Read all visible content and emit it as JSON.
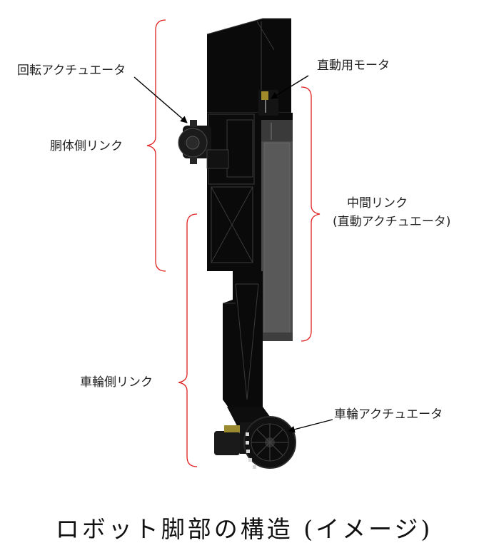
{
  "labels": {
    "rotary_actuator": "回転アクチュエータ",
    "linear_motor": "直動用モータ",
    "body_link": "胴体側リンク",
    "middle_link_line1": "中間リンク",
    "middle_link_line2": "(直動アクチュエータ)",
    "wheel_link": "車輪側リンク",
    "wheel_actuator": "車輪アクチュエータ"
  },
  "caption": "ロボット脚部の構造 (イメージ)",
  "colors": {
    "bracket": "#e02020",
    "body": "#0a0a0a",
    "actuator": "#555555"
  }
}
